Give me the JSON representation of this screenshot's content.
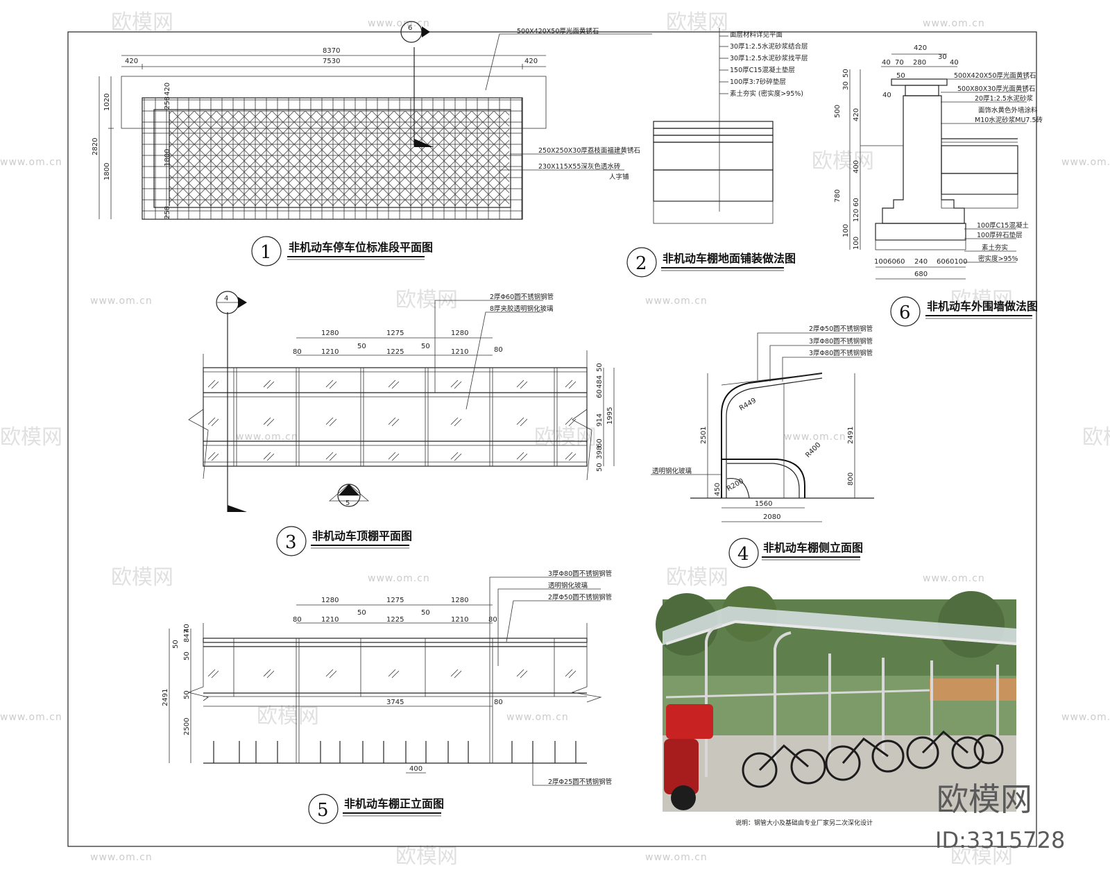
{
  "watermark": {
    "brand": "欧模网",
    "url": "www.om.cn",
    "id": "ID:3315728"
  },
  "drawings": [
    {
      "number": "1",
      "title": "非机动车停车位标准段平面图"
    },
    {
      "number": "2",
      "title": "非机动车棚地面铺装做法图"
    },
    {
      "number": "3",
      "title": "非机动车顶棚平面图"
    },
    {
      "number": "4",
      "title": "非机动车棚侧立面图"
    },
    {
      "number": "5",
      "title": "非机动车棚正立面图"
    },
    {
      "number": "6",
      "title": "非机动车外围墙做法图"
    }
  ],
  "section_markers": {
    "m6": "6",
    "m4": "4",
    "m5": "5"
  },
  "plan1": {
    "dims": {
      "total": "8370",
      "inner": "7530",
      "side_left": "420",
      "side_right": "420",
      "h_total": "2820",
      "h_top": "1020",
      "h_bottom": "1800",
      "v420": "420",
      "v258a": "258",
      "v258b": "258",
      "v1800": "1800"
    },
    "notes": [
      "500X420X50厚光面黄锈石",
      "250X250X30厚荔枝面福建黄锈石",
      "230X115X55深灰色透水砖",
      "人字铺"
    ]
  },
  "detail2": {
    "notes": [
      "面层材料详见平面",
      "30厚1:2.5水泥砂浆结合层",
      "30厚1:2.5水泥砂浆找平层",
      "150厚C15混凝土垫层",
      "100厚3:7砂碎垫层",
      "素土夯实 (密实度>95%)"
    ]
  },
  "detail6": {
    "dims": {
      "w420": "420",
      "d40a": "40",
      "d70": "70",
      "d280": "280",
      "d30": "30",
      "d40b": "40",
      "d50": "50",
      "d40c": "40",
      "v50": "50",
      "v30": "30",
      "v500": "500",
      "v420": "420",
      "v400": "400",
      "v780": "780",
      "v60": "60",
      "v120": "120",
      "v100a": "100",
      "v100b": "100",
      "bottom_row": "1006060",
      "b240": "240",
      "b6060100": "6060100",
      "b680": "680"
    },
    "notes": [
      "500X420X50厚光面黄锈石",
      "500X80X30厚光面黄锈石",
      "20厚1:2.5水泥砂浆",
      "面饰水黄色外墙涂料",
      "M10水泥砂浆MU7.5砖",
      "100厚C15混凝土",
      "100厚碎石垫层",
      "素土夯实",
      "密实度>95%"
    ]
  },
  "roof3": {
    "dims": {
      "a1280": "1280",
      "a1275": "1275",
      "a1280b": "1280",
      "b80": "80",
      "b1210": "1210",
      "b50": "50",
      "b1225": "1225",
      "b50b": "50",
      "b1210b": "1210",
      "b80b": "80",
      "r50": "50",
      "r484": "484",
      "r60": "60",
      "r914": "914",
      "r1995": "1995",
      "r60b": "60",
      "r398": "398",
      "r50b": "50"
    },
    "notes": [
      "2厚Φ60圆不锈钢钢管",
      "8厚夹胶透明钢化玻璃"
    ]
  },
  "side4": {
    "dims": {
      "h2501": "2501",
      "h2491": "2491",
      "h800": "800",
      "h450": "450",
      "w1560": "1560",
      "w2080": "2080",
      "r449": "R449",
      "r400": "R400",
      "r200": "R200"
    },
    "notes": [
      "2厚Φ50圆不锈钢钢管",
      "3厚Φ80圆不锈钢钢管",
      "3厚Φ80圆不锈钢钢管",
      "透明钢化玻璃"
    ]
  },
  "front5": {
    "dims": {
      "a1280": "1280",
      "a1275": "1275",
      "a1280b": "1280",
      "b80": "80",
      "b1210": "1210",
      "b50": "50",
      "b1225": "1225",
      "b50b": "50",
      "b1210b": "1210",
      "b80b": "80",
      "w3745": "3745",
      "w80": "80",
      "w400": "400",
      "h2491": "2491",
      "h2500": "2500",
      "v50": "50",
      "v847": "847",
      "v50b": "50",
      "v50c": "50",
      "v40": "40"
    },
    "notes": [
      "3厚Φ80圆不锈钢钢管",
      "透明钢化玻璃",
      "2厚Φ50圆不锈钢钢管",
      "2厚Φ25圆不锈钢钢管"
    ]
  },
  "photo": {
    "caption": "说明：钢管大小及基础由专业厂家另二次深化设计"
  }
}
